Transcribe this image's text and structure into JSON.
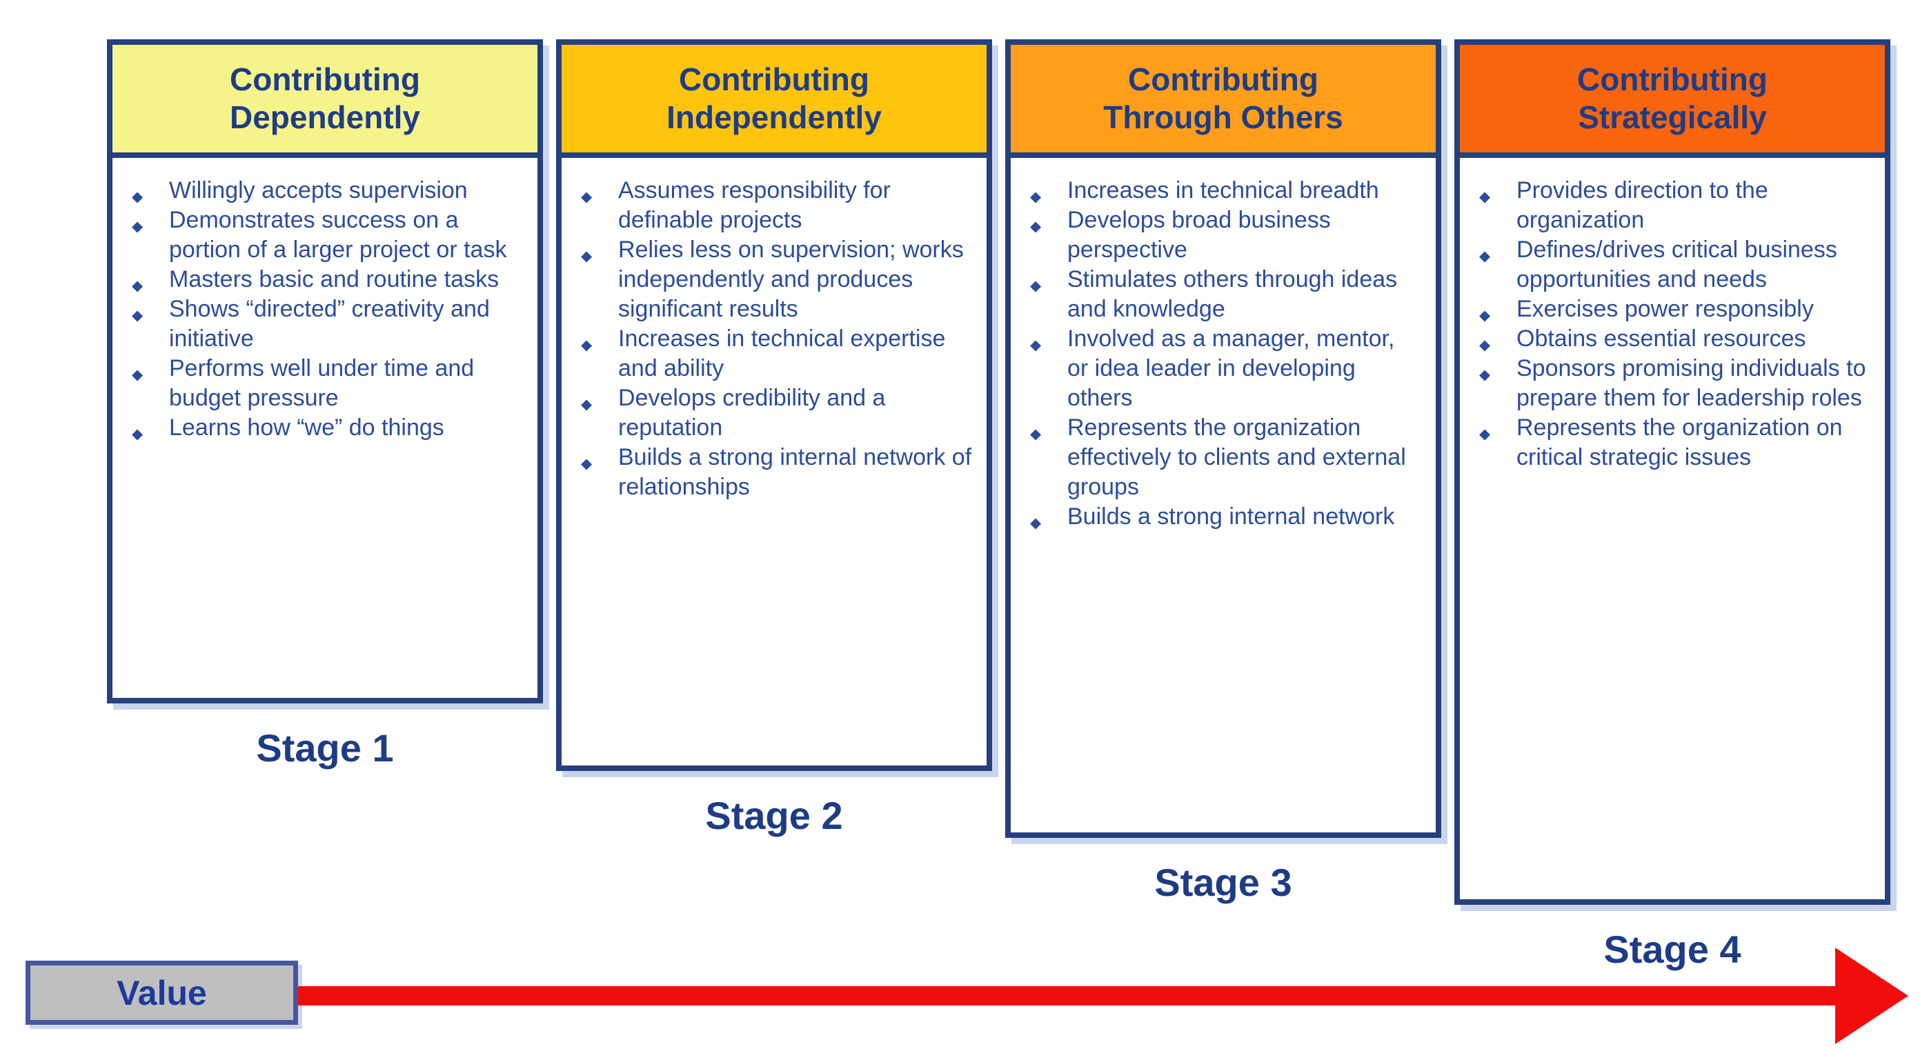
{
  "colors": {
    "border_navy": "#25407d",
    "header_text": "#1e3c86",
    "body_text": "#2b4c9c",
    "stage_text": "#1e3c86",
    "header_bg_1": "#f5f48b",
    "header_bg_2": "#ffc40d",
    "header_bg_3": "#ff9e1b",
    "header_bg_4": "#f9640f",
    "box_shadow": "#c9d5ee",
    "value_bg": "#bfbfc1",
    "value_border": "#47579e",
    "value_text": "#1b3a9e",
    "arrow_red": "#f20d0d"
  },
  "columns": [
    {
      "header_line1": "Contributing",
      "header_line2": "Dependently",
      "stage_label": "Stage 1",
      "bullets": [
        "Willingly accepts supervision",
        "Demonstrates success on a portion of a larger project or task",
        "Masters basic and routine tasks",
        "Shows “directed” creativity and initiative",
        "Performs well under time and budget pressure",
        "Learns how “we” do things"
      ]
    },
    {
      "header_line1": "Contributing",
      "header_line2": "Independently",
      "stage_label": "Stage 2",
      "bullets": [
        "Assumes responsibility for definable projects",
        "Relies less on supervision; works independently and produces significant results",
        "Increases in technical expertise and ability",
        "Develops credibility and a reputation",
        "Builds a strong internal network of relationships"
      ]
    },
    {
      "header_line1": "Contributing",
      "header_line2": "Through Others",
      "stage_label": "Stage 3",
      "bullets": [
        "Increases in technical breadth",
        "Develops broad business perspective",
        "Stimulates others through ideas and knowledge",
        "Involved as a manager, mentor, or idea leader in developing others",
        "Represents the organization effectively to clients and external groups",
        "Builds a strong internal network"
      ]
    },
    {
      "header_line1": "Contributing",
      "header_line2": "Strategically",
      "stage_label": "Stage 4",
      "bullets": [
        "Provides direction to the organization",
        "Defines/drives critical business opportunities and needs",
        "Exercises power responsibly",
        "Obtains essential resources",
        "Sponsors promising individuals to prepare them for leadership roles",
        "Represents the organization on critical strategic issues"
      ]
    }
  ],
  "value_box": {
    "label": "Value"
  }
}
